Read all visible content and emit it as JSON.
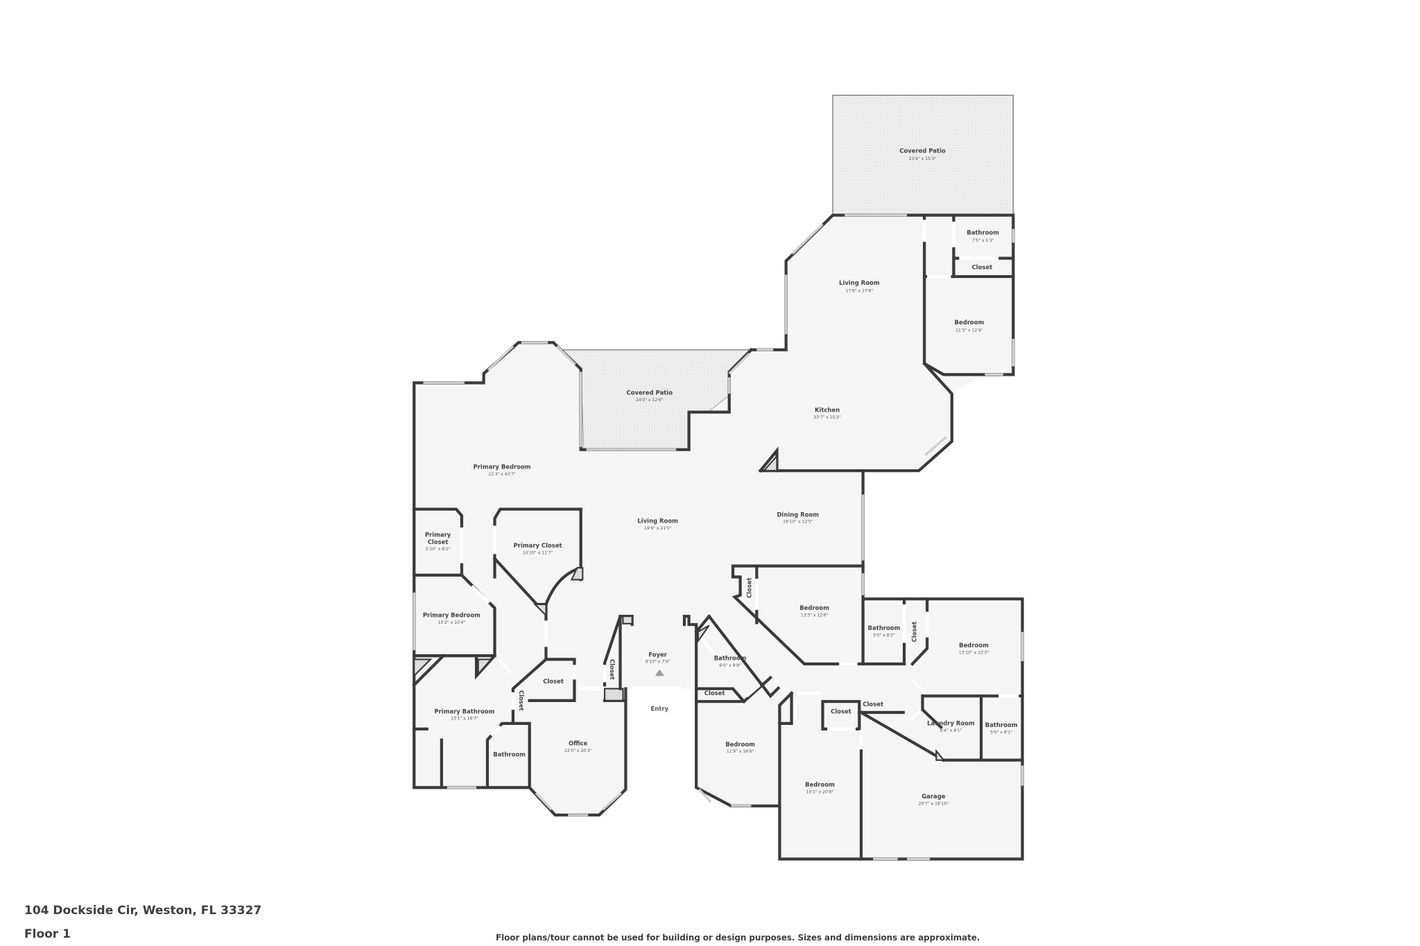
{
  "property": {
    "address": "104 Dockside Cir, Weston, FL 33327",
    "floor": "Floor 1"
  },
  "disclaimer": "Floor plans/tour cannot be used for building or design purposes. Sizes and dimensions are approximate.",
  "entry": {
    "label": "Entry",
    "icon": "triangle-up-icon"
  },
  "colors": {
    "wall": "#3a3a3a",
    "floor": "#f5f5f5",
    "window": "#cfcfcf",
    "text": "#444444",
    "hatch": "#bbbbbb"
  },
  "rooms": {
    "covered_patio_north": {
      "name": "Covered Patio",
      "dims": "23'4\" x 15'3\""
    },
    "living_room_north": {
      "name": "Living Room",
      "dims": "17'6\" x 17'8\""
    },
    "bathroom_north": {
      "name": "Bathroom",
      "dims": "7'5\" x 5'3\""
    },
    "closet_north": {
      "name": "Closet"
    },
    "bedroom_northeast": {
      "name": "Bedroom",
      "dims": "11'3\" x 12'4\""
    },
    "covered_patio_center": {
      "name": "Covered Patio",
      "dims": "24'0\" x 12'6\""
    },
    "kitchen": {
      "name": "Kitchen",
      "dims": "33'7\" x 15'2\""
    },
    "primary_bedroom": {
      "name": "Primary Bedroom",
      "dims": "21'3\" x 43'7\""
    },
    "living_room_main": {
      "name": "Living Room",
      "dims": "19'6\" x 21'5\""
    },
    "dining_room": {
      "name": "Dining Room",
      "dims": "16'10\" x 12'5\""
    },
    "primary_closet_small": {
      "name_line1": "Primary",
      "name_line2": "Closet",
      "dims": "5'10\" x 8'2\""
    },
    "primary_closet_large": {
      "name": "Primary Closet",
      "dims": "10'10\" x 11'7\""
    },
    "primary_bedroom_2": {
      "name": "Primary Bedroom",
      "dims": "10'2\" x 10'4\""
    },
    "closet_by_dining": {
      "name": "Closet"
    },
    "bedroom_center": {
      "name": "Bedroom",
      "dims": "13'3\" x 12'6\""
    },
    "bathroom_east": {
      "name": "Bathroom",
      "dims": "5'0\" x 8'2\""
    },
    "closet_east": {
      "name": "Closet"
    },
    "bedroom_east": {
      "name": "Bedroom",
      "dims": "13'10\" x 12'3\""
    },
    "foyer": {
      "name": "Foyer",
      "dims": "9'10\" x 7'4\""
    },
    "closet_foyer": {
      "name": "Closet"
    },
    "bathroom_center": {
      "name": "Bathroom",
      "dims": "9'0\" x 9'8\""
    },
    "closet_bathroom_center": {
      "name": "Closet"
    },
    "closet_office": {
      "name": "Closet"
    },
    "primary_bathroom": {
      "name": "Primary Bathroom",
      "dims": "13'1\" x 16'7\""
    },
    "closet_primary_bath": {
      "name": "Closet"
    },
    "bathroom_sw": {
      "name": "Bathroom"
    },
    "office": {
      "name": "Office",
      "dims": "12'0\" x 20'3\""
    },
    "bedroom_south": {
      "name": "Bedroom",
      "dims": "11'9\" x 16'6\""
    },
    "closet_garage_1": {
      "name": "Closet"
    },
    "closet_garage_2": {
      "name": "Closet"
    },
    "laundry_room": {
      "name": "Laundry Room",
      "dims": "9'4\" x 8'1\""
    },
    "bathroom_se": {
      "name": "Bathroom",
      "dims": "5'0\" x 8'1\""
    },
    "bedroom_se": {
      "name": "Bedroom",
      "dims": "10'1\" x 20'8\""
    },
    "garage": {
      "name": "Garage",
      "dims": "20'7\" x 18'10\""
    }
  }
}
